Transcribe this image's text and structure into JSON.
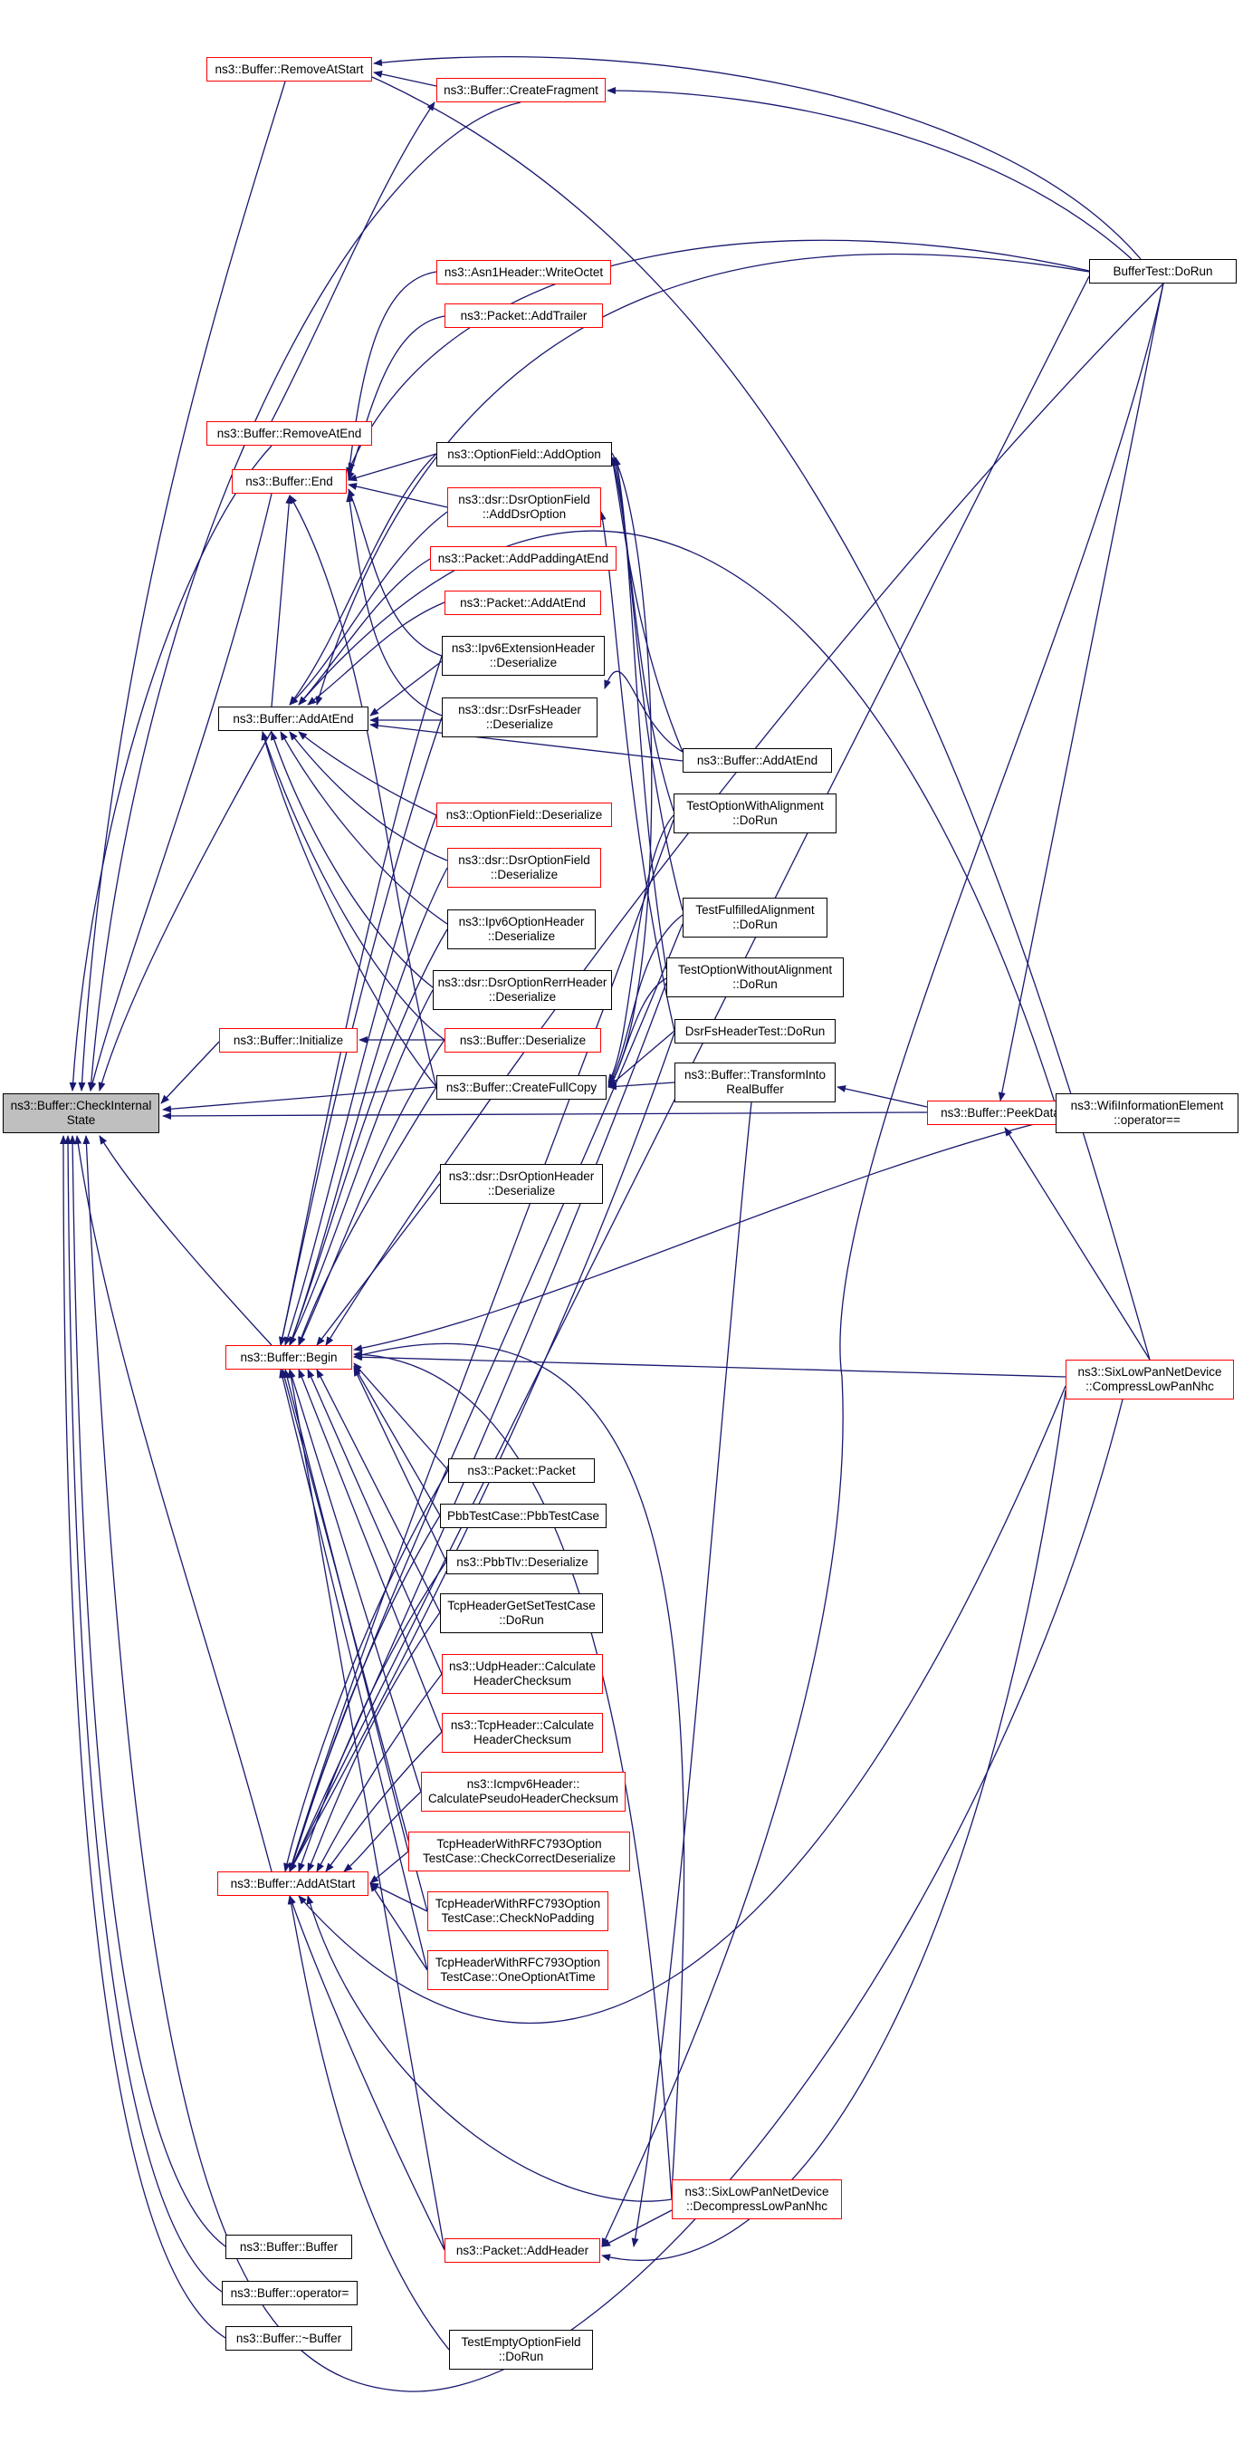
{
  "colors": {
    "edge": "#191970",
    "link_border": "#ff0000",
    "plain_border": "#000000",
    "root_fill": "#bfbfbf"
  },
  "nodes": {
    "check_internal_state": {
      "lines": [
        "ns3::Buffer::CheckInternal",
        "State"
      ]
    },
    "remove_at_start": {
      "lines": [
        "ns3::Buffer::RemoveAtStart"
      ]
    },
    "create_fragment": {
      "lines": [
        "ns3::Buffer::CreateFragment"
      ]
    },
    "remove_at_end": {
      "lines": [
        "ns3::Buffer::RemoveAtEnd"
      ]
    },
    "end": {
      "lines": [
        "ns3::Buffer::End"
      ]
    },
    "asn1_write_octet": {
      "lines": [
        "ns3::Asn1Header::WriteOctet"
      ]
    },
    "packet_add_trailer": {
      "lines": [
        "ns3::Packet::AddTrailer"
      ]
    },
    "option_field_add_option": {
      "lines": [
        "ns3::OptionField::AddOption"
      ]
    },
    "dsr_add_dsr_option": {
      "lines": [
        "ns3::dsr::DsrOptionField",
        "::AddDsrOption"
      ]
    },
    "packet_add_padding_at_end": {
      "lines": [
        "ns3::Packet::AddPaddingAtEnd"
      ]
    },
    "packet_add_at_end": {
      "lines": [
        "ns3::Packet::AddAtEnd"
      ]
    },
    "ipv6_ext_deserialize": {
      "lines": [
        "ns3::Ipv6ExtensionHeader",
        "::Deserialize"
      ]
    },
    "dsr_fs_deserialize": {
      "lines": [
        "ns3::dsr::DsrFsHeader",
        "::Deserialize"
      ]
    },
    "add_at_end_small": {
      "lines": [
        "ns3::Buffer::AddAtEnd"
      ]
    },
    "add_at_end_right": {
      "lines": [
        "ns3::Buffer::AddAtEnd"
      ]
    },
    "option_field_deserialize": {
      "lines": [
        "ns3::OptionField::Deserialize"
      ]
    },
    "dsr_option_field_deserialize": {
      "lines": [
        "ns3::dsr::DsrOptionField",
        "::Deserialize"
      ]
    },
    "ipv6_option_deserialize": {
      "lines": [
        "ns3::Ipv6OptionHeader",
        "::Deserialize"
      ]
    },
    "dsr_option_rerr_deserialize": {
      "lines": [
        "ns3::dsr::DsrOptionRerrHeader",
        "::Deserialize"
      ]
    },
    "initialize": {
      "lines": [
        "ns3::Buffer::Initialize"
      ]
    },
    "buffer_deserialize": {
      "lines": [
        "ns3::Buffer::Deserialize"
      ]
    },
    "create_full_copy": {
      "lines": [
        "ns3::Buffer::CreateFullCopy"
      ]
    },
    "dsr_option_header_deserialize": {
      "lines": [
        "ns3::dsr::DsrOptionHeader",
        "::Deserialize"
      ]
    },
    "begin": {
      "lines": [
        "ns3::Buffer::Begin"
      ]
    },
    "packet_packet": {
      "lines": [
        "ns3::Packet::Packet"
      ]
    },
    "pbb_test_case": {
      "lines": [
        "PbbTestCase::PbbTestCase"
      ]
    },
    "pbb_tlv_deserialize": {
      "lines": [
        "ns3::PbbTlv::Deserialize"
      ]
    },
    "tcp_get_set_do_run": {
      "lines": [
        "TcpHeaderGetSetTestCase",
        "::DoRun"
      ]
    },
    "udp_calc_checksum": {
      "lines": [
        "ns3::UdpHeader::Calculate",
        "HeaderChecksum"
      ]
    },
    "tcp_calc_checksum": {
      "lines": [
        "ns3::TcpHeader::Calculate",
        "HeaderChecksum"
      ]
    },
    "icmpv6_pseudo_checksum": {
      "lines": [
        "ns3::Icmpv6Header::",
        "CalculatePseudoHeaderChecksum"
      ]
    },
    "tcp793_check_correct": {
      "lines": [
        "TcpHeaderWithRFC793Option",
        "TestCase::CheckCorrectDeserialize"
      ]
    },
    "tcp793_check_no_padding": {
      "lines": [
        "TcpHeaderWithRFC793Option",
        "TestCase::CheckNoPadding"
      ]
    },
    "tcp793_one_option": {
      "lines": [
        "TcpHeaderWithRFC793Option",
        "TestCase::OneOptionAtTime"
      ]
    },
    "add_at_start": {
      "lines": [
        "ns3::Buffer::AddAtStart"
      ]
    },
    "sixlowpan_decompress": {
      "lines": [
        "ns3::SixLowPanNetDevice",
        "::DecompressLowPanNhc"
      ]
    },
    "packet_add_header": {
      "lines": [
        "ns3::Packet::AddHeader"
      ]
    },
    "buffer_buffer": {
      "lines": [
        "ns3::Buffer::Buffer"
      ]
    },
    "buffer_operator_assign": {
      "lines": [
        "ns3::Buffer::operator="
      ]
    },
    "buffer_destructor": {
      "lines": [
        "ns3::Buffer::~Buffer"
      ]
    },
    "test_empty_option_field": {
      "lines": [
        "TestEmptyOptionField",
        "::DoRun"
      ]
    },
    "test_option_with_alignment": {
      "lines": [
        "TestOptionWithAlignment",
        "::DoRun"
      ]
    },
    "test_fulfilled_alignment": {
      "lines": [
        "TestFulfilledAlignment",
        "::DoRun"
      ]
    },
    "test_option_without_alignment": {
      "lines": [
        "TestOptionWithoutAlignment",
        "::DoRun"
      ]
    },
    "dsr_fs_header_test": {
      "lines": [
        "DsrFsHeaderTest::DoRun"
      ]
    },
    "transform_into_real_buffer": {
      "lines": [
        "ns3::Buffer::TransformInto",
        "RealBuffer"
      ]
    },
    "peek_data": {
      "lines": [
        "ns3::Buffer::PeekData"
      ]
    },
    "buffer_test_do_run": {
      "lines": [
        "BufferTest::DoRun"
      ]
    },
    "wifi_info_element_eq": {
      "lines": [
        "ns3::WifiInformationElement",
        "::operator=="
      ]
    },
    "sixlowpan_compress": {
      "lines": [
        "ns3::SixLowPanNetDevice",
        "::CompressLowPanNhc"
      ]
    }
  }
}
